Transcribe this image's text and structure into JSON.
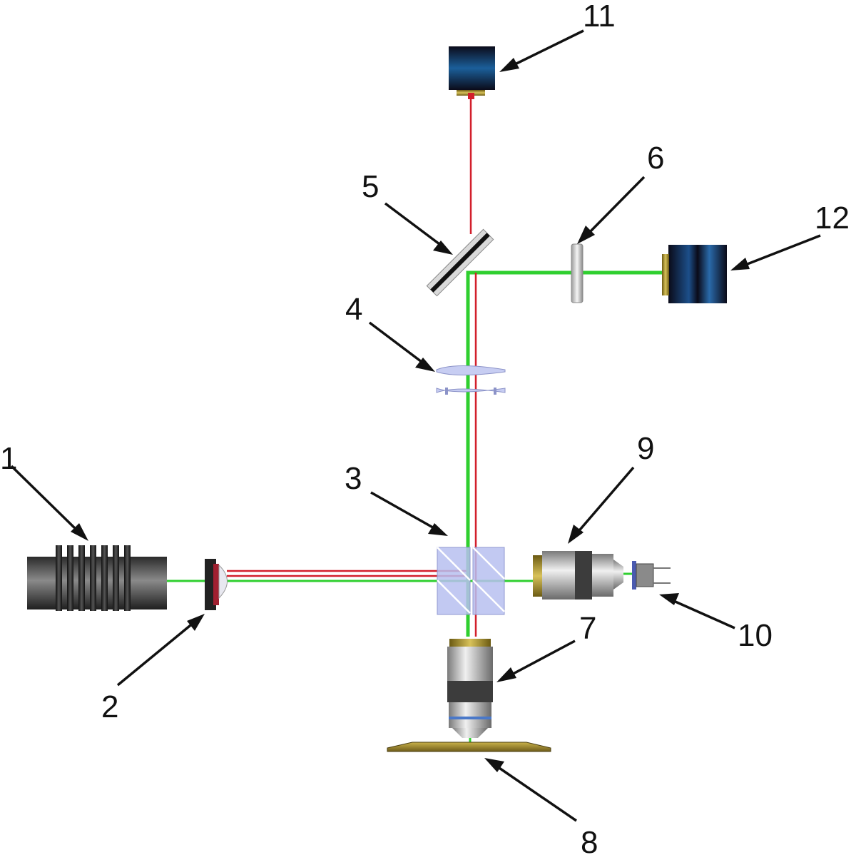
{
  "labels": {
    "l1": "1",
    "l2": "2",
    "l3": "3",
    "l4": "4",
    "l5": "5",
    "l6": "6",
    "l7": "7",
    "l8": "8",
    "l9": "9",
    "l10": "10",
    "l11": "11",
    "l12": "12"
  },
  "colors": {
    "excitation_beam": "#2fcf2f",
    "signal_beam": "#d21f2b",
    "beam_splitter": "#b7bff0"
  }
}
